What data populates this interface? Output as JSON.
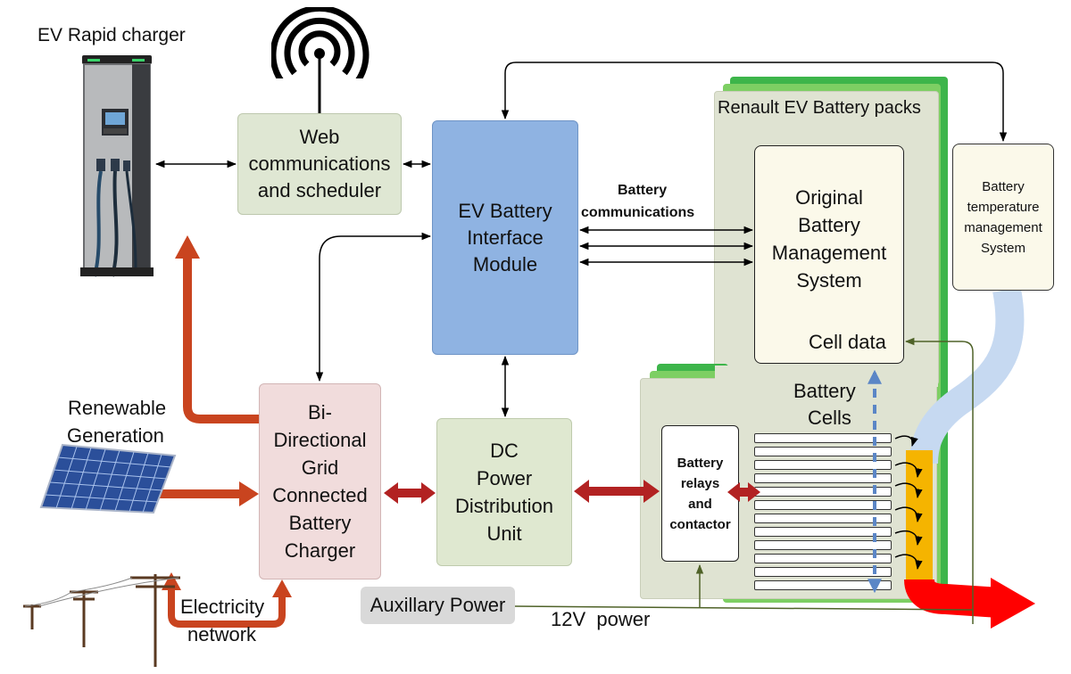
{
  "labels": {
    "ev_rapid_charger": "EV Rapid charger",
    "renewable_generation_1": "Renewable",
    "renewable_generation_2": "Generation",
    "electricity_network_1": "Electricity",
    "electricity_network_2": "network",
    "battery_packs": "Renault EV Battery packs",
    "battery_communications_1": "Battery",
    "battery_communications_2": "communications",
    "twelve_v_power": "12V  power",
    "battery_cells_1": "Battery",
    "battery_cells_2": "Cells",
    "cell_data": "Cell data"
  },
  "blocks": {
    "web": [
      "Web",
      "communications",
      "and scheduler"
    ],
    "interface": [
      "EV Battery",
      "Interface",
      "Module"
    ],
    "charger": [
      "Bi-",
      "Directional",
      "Grid",
      "Connected",
      "Battery",
      "Charger"
    ],
    "dc": [
      "DC",
      "Power",
      "Distribution",
      "Unit"
    ],
    "bms": [
      "Original",
      "Battery",
      "Management",
      "System"
    ],
    "relays": [
      "Battery",
      "relays",
      "and",
      "contactor"
    ],
    "temp": [
      "Battery",
      "temperature",
      "management",
      "System"
    ],
    "aux": "Auxillary Power"
  },
  "colors": {
    "web_fill": "#dfe7d3",
    "interface_fill": "#8fb3e2",
    "charger_fill": "#f1dcdc",
    "dc_fill": "#dfe8d0",
    "pack_fill": "#dfe3d2",
    "pack_border_green": "#3db54a",
    "bms_fill": "#fbf9ea",
    "temp_fill": "#fbf9ea",
    "aux_fill": "#d9d9d9",
    "power_arrow": "#c0392b",
    "ac_arrow": "#c9441f",
    "data_arrow": "#000000",
    "cell_data_arrow": "#4f6228",
    "cooling_blue": "#c6d9f1",
    "cooling_yellow": "#f5b400",
    "cooling_red": "#ff0000",
    "dashed_blue": "#5b86c6"
  },
  "icons": {
    "antenna": "wireless-antenna-icon",
    "charger": "ev-charger-station-icon",
    "solar": "solar-panel-icon",
    "pylon": "utility-poles-icon"
  }
}
